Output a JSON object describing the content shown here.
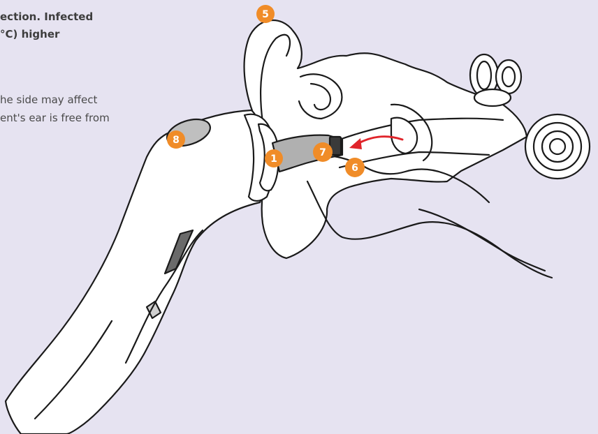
{
  "text": {
    "bold_lines": [
      "ection. Infected",
      "°C) higher"
    ],
    "body_lines": [
      "he side may affect",
      "ent's ear is free from"
    ]
  },
  "badges": [
    "5",
    "8",
    "1",
    "7",
    "6"
  ],
  "colors": {
    "background": "#e6e3f1",
    "badge": "#f08c28",
    "arrow": "#e0242a",
    "outline": "#1a1a1a",
    "device": "#ffffff",
    "probe": "#b0b0b0"
  }
}
